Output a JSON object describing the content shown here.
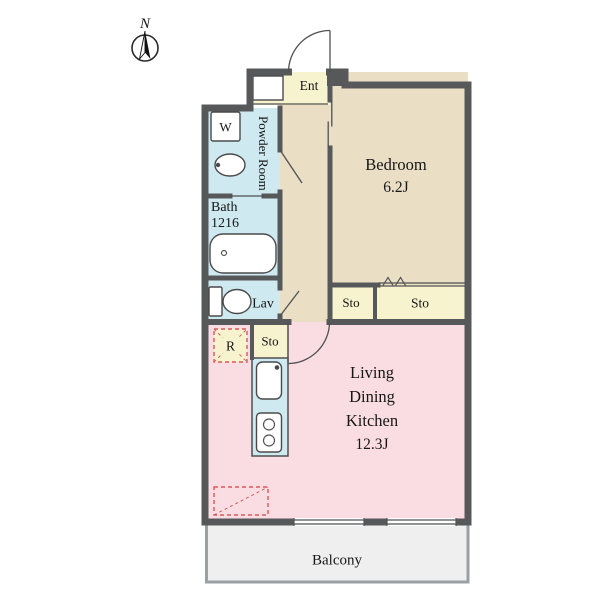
{
  "compass": {
    "label": "N"
  },
  "rooms": {
    "ent": {
      "label": "Ent"
    },
    "powder_room": {
      "label": "Powder Room"
    },
    "washer": {
      "label": "W"
    },
    "bath": {
      "label": "Bath",
      "size": "1216"
    },
    "lav": {
      "label": "Lav"
    },
    "bedroom": {
      "label": "Bedroom",
      "size": "6.2J"
    },
    "storage_hall": {
      "label": "Sto"
    },
    "storage_bedroom": {
      "label": "Sto"
    },
    "storage_kitchen": {
      "label": "Sto"
    },
    "refrigerator": {
      "label": "R"
    },
    "ldk": {
      "lines": [
        "Living",
        "Dining",
        "Kitchen"
      ],
      "size": "12.3J"
    },
    "balcony": {
      "label": "Balcony"
    }
  },
  "colors": {
    "wall": "#57585a",
    "room_beige": "#eadfc5",
    "room_pink": "#fadde2",
    "room_blue": "#cfe9f1",
    "room_yellow": "#f7f3cf",
    "balcony_fill": "#efefef",
    "balcony_border": "#9aa0a4",
    "accent_red": "#d85a5a"
  }
}
